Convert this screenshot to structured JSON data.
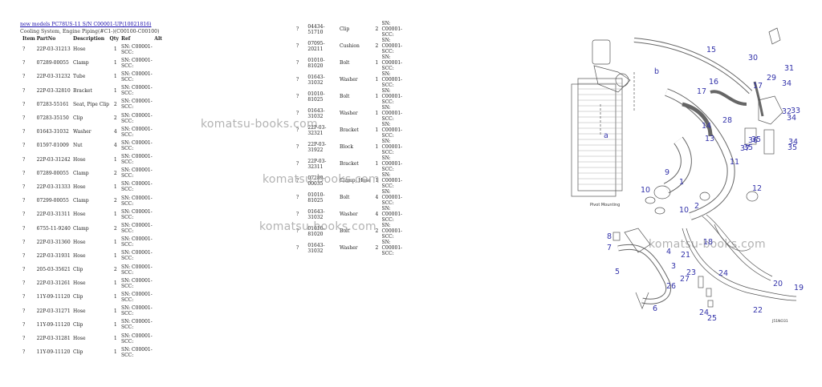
{
  "header": {
    "link": "new models PC78US-11 S/N C00001-UP(10021816)",
    "subtitle": "Cooling System, Engine Piping(#C1-)(C00100-C00100)"
  },
  "columns": {
    "item": "Item",
    "partno": "PartNo",
    "desc": "Description",
    "qty": "Qty",
    "ref": "Ref",
    "alt": "Alt"
  },
  "left_rows": [
    {
      "item": "?",
      "partno": "22P-03-31213",
      "desc": "Hose",
      "qty": "1",
      "ref": "SN: C00001-SCC:"
    },
    {
      "item": "?",
      "partno": "07289-00055",
      "desc": "Clamp",
      "qty": "1",
      "ref": "SN: C00001-SCC:"
    },
    {
      "item": "?",
      "partno": "22P-03-31232",
      "desc": "Tube",
      "qty": "1",
      "ref": "SN: C00001-SCC:"
    },
    {
      "item": "?",
      "partno": "22P-03-32810",
      "desc": "Bracket",
      "qty": "1",
      "ref": "SN: C00001-SCC:"
    },
    {
      "item": "?",
      "partno": "07283-55161",
      "desc": "Seat, Pipe Clip",
      "qty": "2",
      "ref": "SN: C00001-SCC:"
    },
    {
      "item": "?",
      "partno": "07283-35150",
      "desc": "Clip",
      "qty": "2",
      "ref": "SN: C00001-SCC:"
    },
    {
      "item": "?",
      "partno": "01643-31032",
      "desc": "Washer",
      "qty": "4",
      "ref": "SN: C00001-SCC:"
    },
    {
      "item": "?",
      "partno": "01597-01009",
      "desc": "Nut",
      "qty": "4",
      "ref": "SN: C00001-SCC:"
    },
    {
      "item": "?",
      "partno": "22P-03-31242",
      "desc": "Hose",
      "qty": "1",
      "ref": "SN: C00001-SCC:"
    },
    {
      "item": "?",
      "partno": "07289-00055",
      "desc": "Clamp",
      "qty": "2",
      "ref": "SN: C00001-SCC:"
    },
    {
      "item": "?",
      "partno": "22P-03-31333",
      "desc": "Hose",
      "qty": "1",
      "ref": "SN: C00001-SCC:"
    },
    {
      "item": "?",
      "partno": "07299-00055",
      "desc": "Clamp",
      "qty": "2",
      "ref": "SN: C00001-SCC:"
    },
    {
      "item": "?",
      "partno": "22P-03-31311",
      "desc": "Hose",
      "qty": "1",
      "ref": "SN: C00001-SCC:"
    },
    {
      "item": "?",
      "partno": "6755-11-9240",
      "desc": "Clamp",
      "qty": "2",
      "ref": "SN: C00001-SCC:"
    },
    {
      "item": "?",
      "partno": "22P-03-31360",
      "desc": "Hose",
      "qty": "1",
      "ref": "SN: C00001-SCC:"
    },
    {
      "item": "?",
      "partno": "22P-03-31931",
      "desc": "Hose",
      "qty": "1",
      "ref": "SN: C00001-SCC:"
    },
    {
      "item": "?",
      "partno": "205-03-35621",
      "desc": "Clip",
      "qty": "2",
      "ref": "SN: C00001-SCC:"
    },
    {
      "item": "?",
      "partno": "22P-03-31261",
      "desc": "Hose",
      "qty": "1",
      "ref": "SN: C00001-SCC:"
    },
    {
      "item": "?",
      "partno": "11Y-09-11120",
      "desc": "Clip",
      "qty": "1",
      "ref": "SN: C00001-SCC:"
    },
    {
      "item": "?",
      "partno": "22P-03-31271",
      "desc": "Hose",
      "qty": "1",
      "ref": "SN: C00001-SCC:"
    },
    {
      "item": "?",
      "partno": "11Y-09-11120",
      "desc": "Clip",
      "qty": "1",
      "ref": "SN: C00001-SCC:"
    },
    {
      "item": "?",
      "partno": "22P-03-31281",
      "desc": "Hose",
      "qty": "1",
      "ref": "SN: C00001-SCC:"
    },
    {
      "item": "?",
      "partno": "11Y-09-11120",
      "desc": "Clip",
      "qty": "1",
      "ref": "SN: C00001-SCC:"
    }
  ],
  "mid_rows": [
    {
      "item": "?",
      "partno": "04434-51710",
      "desc": "Clip",
      "qty": "2",
      "ref": "SN: C00001-SCC:"
    },
    {
      "item": "?",
      "partno": "07095-20211",
      "desc": "Cushion",
      "qty": "2",
      "ref": "SN: C00001-SCC:"
    },
    {
      "item": "?",
      "partno": "01010-81020",
      "desc": "Bolt",
      "qty": "1",
      "ref": "SN: C00001-SCC:"
    },
    {
      "item": "?",
      "partno": "01643-31032",
      "desc": "Washer",
      "qty": "1",
      "ref": "SN: C00001-SCC:"
    },
    {
      "item": "?",
      "partno": "01010-81025",
      "desc": "Bolt",
      "qty": "1",
      "ref": "SN: C00001-SCC:"
    },
    {
      "item": "?",
      "partno": "01643-31032",
      "desc": "Washer",
      "qty": "1",
      "ref": "SN: C00001-SCC:"
    },
    {
      "item": "?",
      "partno": "22P-03-32321",
      "desc": "Bracket",
      "qty": "1",
      "ref": "SN: C00001-SCC:"
    },
    {
      "item": "?",
      "partno": "22P-03-31922",
      "desc": "Block",
      "qty": "1",
      "ref": "SN: C00001-SCC:"
    },
    {
      "item": "?",
      "partno": "22P-03-32311",
      "desc": "Bracket",
      "qty": "1",
      "ref": "SN: C00001-SCC:"
    },
    {
      "item": "?",
      "partno": "07289-00035",
      "desc": "Clamp, Hose",
      "qty": "1",
      "ref": "SN: C00001-SCC:"
    },
    {
      "item": "?",
      "partno": "01010-81025",
      "desc": "Bolt",
      "qty": "4",
      "ref": "SN: C00001-SCC:"
    },
    {
      "item": "?",
      "partno": "01643-31032",
      "desc": "Washer",
      "qty": "4",
      "ref": "SN: C00001-SCC:"
    },
    {
      "item": "?",
      "partno": "01010-81020",
      "desc": "Bolt",
      "qty": "2",
      "ref": "SN: C00001-SCC:"
    },
    {
      "item": "?",
      "partno": "01643-31032",
      "desc": "Washer",
      "qty": "2",
      "ref": "SN: C00001-SCC:"
    }
  ],
  "watermark": "komatsu-books.com",
  "diagram": {
    "letter_a": "a",
    "letter_b": "b",
    "mount_label": "Pivot Mounting",
    "figure_id": "J51NO31",
    "callouts": [
      "1",
      "2",
      "3",
      "4",
      "5",
      "6",
      "7",
      "8",
      "9",
      "10",
      "10",
      "11",
      "12",
      "13",
      "14",
      "15",
      "16",
      "17",
      "17",
      "18",
      "19",
      "20",
      "21",
      "22",
      "23",
      "24",
      "24",
      "25",
      "26",
      "27",
      "28",
      "29",
      "30",
      "31",
      "32",
      "33",
      "34",
      "34",
      "34",
      "35",
      "35",
      "35",
      "36",
      "37"
    ]
  },
  "colors": {
    "link": "#1a0dab",
    "callout": "#3333aa",
    "watermark": "#9a9a9a"
  }
}
